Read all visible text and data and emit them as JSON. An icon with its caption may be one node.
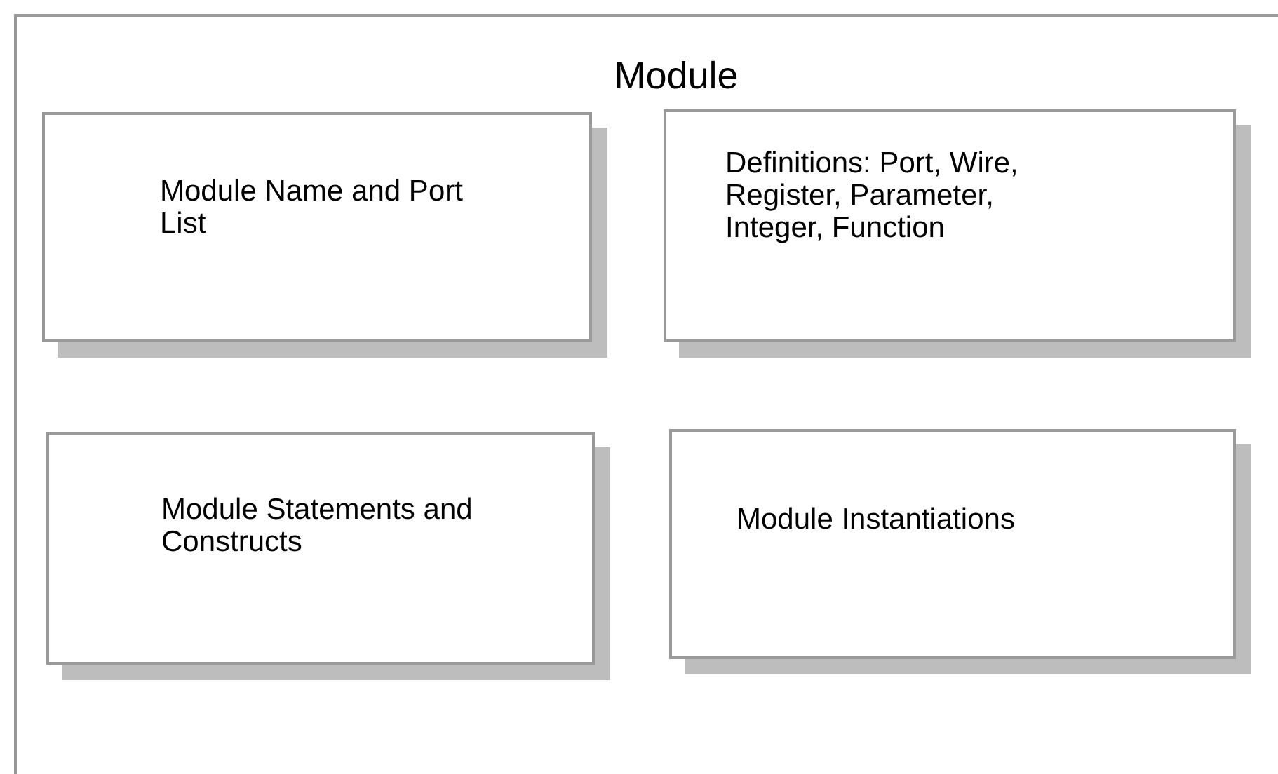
{
  "diagram": {
    "nodes": [
      {
        "text": [
          "Module"
        ]
      },
      {
        "text": [
          "Module Name and Port List"
        ],
        "in": 0
      },
      {
        "text": [
          "Definitions: Port, Wire, Register, Parameter, Integer, Function"
        ],
        "in": 0
      },
      {
        "text": [
          "Module Statements and Constructs"
        ],
        "in": 0
      },
      {
        "text": [
          "Module Instantiations"
        ],
        "in": 0
      }
    ]
  }
}
